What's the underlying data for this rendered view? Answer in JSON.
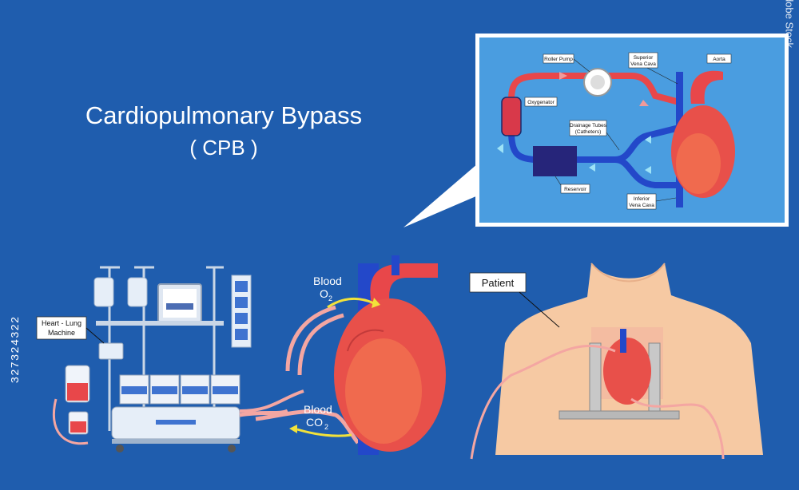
{
  "title": {
    "line1": "Cardiopulmonary Bypass",
    "line2": "( CPB )"
  },
  "inset_labels": {
    "roller_pump": "Roller Pump",
    "superior_vena_cava_1": "Superior",
    "superior_vena_cava_2": "Vena Cava",
    "aorta": "Aorta",
    "oxygenator": "Oxygenator",
    "drainage_tubes_1": "Drainage Tubes",
    "drainage_tubes_2": "(Catheters)",
    "reservoir": "Reservoir",
    "inferior_vena_cava_1": "Inferior",
    "inferior_vena_cava_2": "Vena Cava"
  },
  "main_labels": {
    "machine_1": "Heart - Lung",
    "machine_2": "Machine",
    "blood_o2_1": "Blood",
    "blood_o2_2": "O",
    "blood_o2_sub": "2",
    "blood_co2_1": "Blood",
    "blood_co2_2": "CO",
    "blood_co2_sub": "2",
    "patient": "Patient"
  },
  "side_id": "327324322",
  "brand": "Adobe Stock",
  "colors": {
    "background": "#1f5dae",
    "inset_bg": "#4a9de0",
    "oxygenated": "#e8474a",
    "deoxygenated": "#2348c9",
    "tube": "#f4a6a2",
    "skin": "#f6c9a3"
  }
}
